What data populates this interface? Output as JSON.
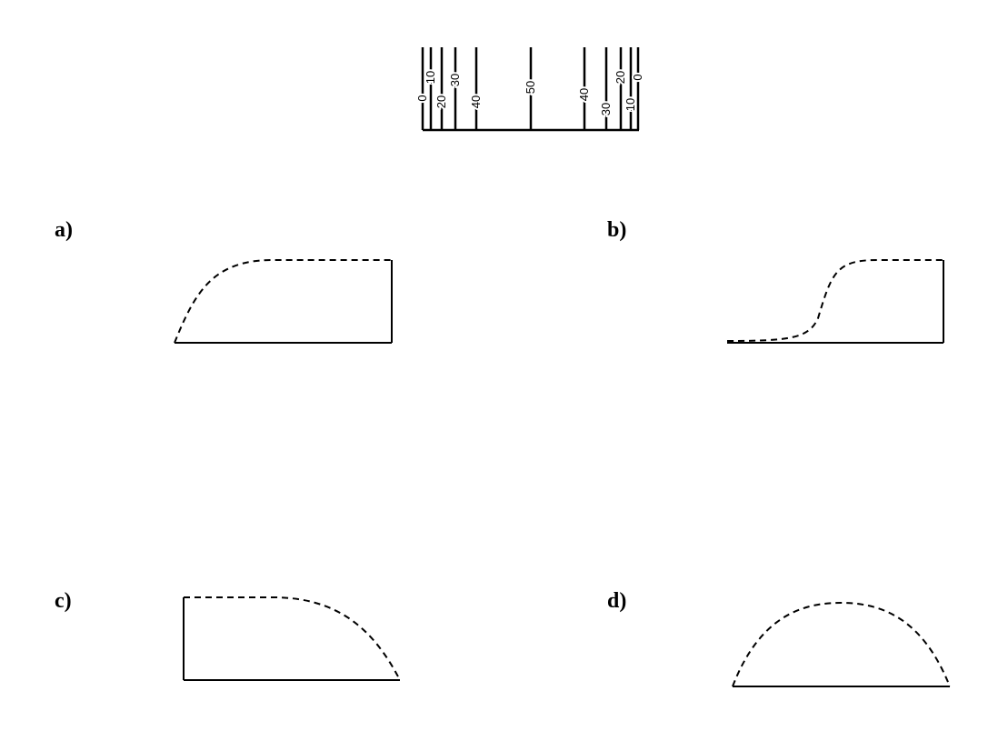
{
  "scale": {
    "ticks": [
      "0",
      "10",
      "20",
      "30",
      "40",
      "50",
      "40",
      "30",
      "20",
      "10",
      "0"
    ]
  },
  "panels": [
    {
      "label": "a)",
      "profile": "rising-concave-left"
    },
    {
      "label": "b)",
      "profile": "sigmoid-step"
    },
    {
      "label": "c)",
      "profile": "falling-concave-right"
    },
    {
      "label": "d)",
      "profile": "arc"
    }
  ],
  "colors": {
    "ink": "#000000",
    "background": "#ffffff"
  }
}
